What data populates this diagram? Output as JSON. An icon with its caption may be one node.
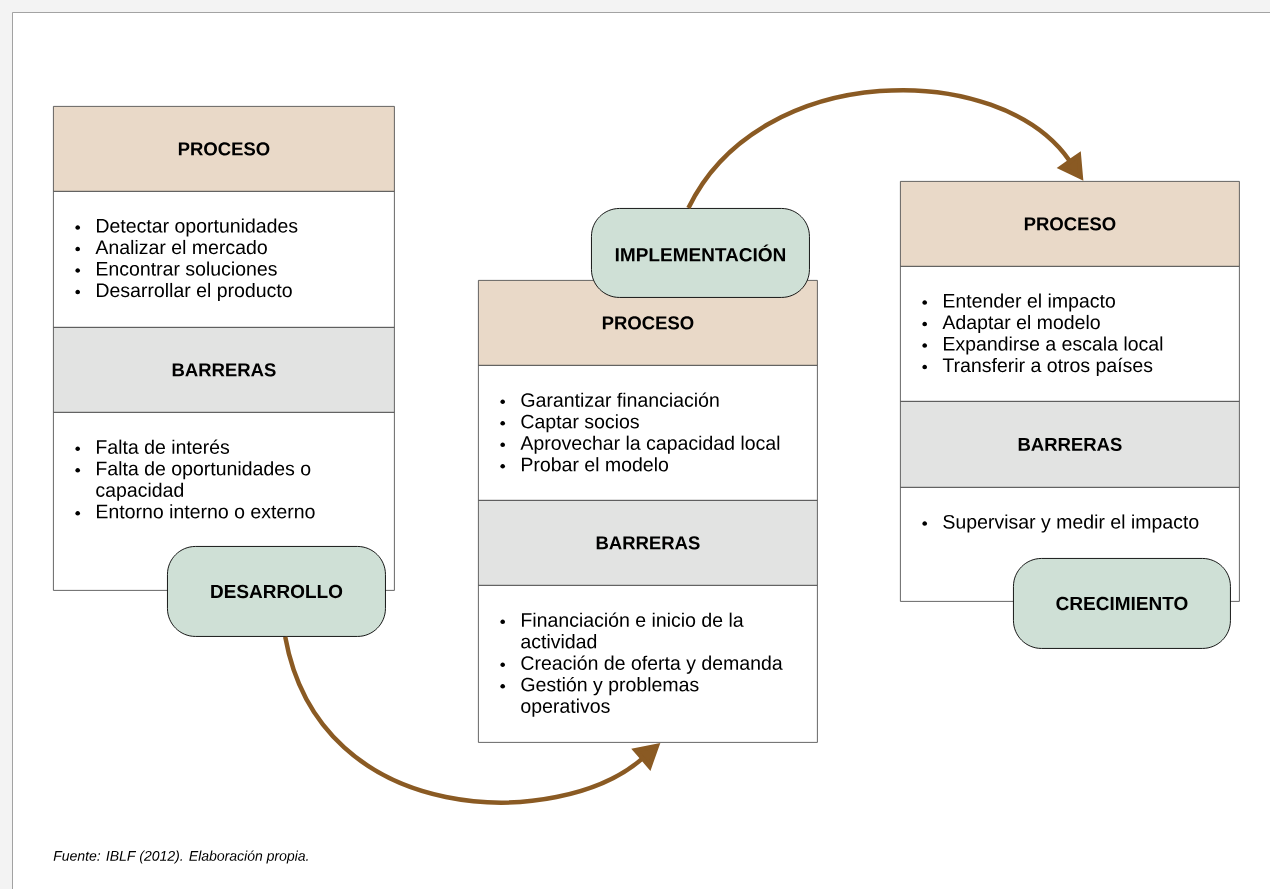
{
  "diagram": {
    "caption": "Fuente: IBLF (2012). Elaboración propia.",
    "nodes": [
      {
        "text": [
          "PROCESO"
        ]
      },
      {
        "text": [
          "Detectar oportunidades",
          "Analizar el mercado",
          "Encontrar soluciones",
          "Desarrollar el producto"
        ]
      },
      {
        "text": [
          "BARRERAS"
        ]
      },
      {
        "text": [
          "Falta de interés",
          "Falta de oportunidades o capacidad",
          "Entorno interno o externo"
        ]
      },
      {
        "text": [
          "DESARROLLO"
        ]
      },
      {
        "text": [
          "IMPLEMENTACIÓN"
        ]
      },
      {
        "text": [
          "PROCESO"
        ]
      },
      {
        "text": [
          "Garantizar financiación",
          "Captar socios",
          "Aprovechar la capacidad local",
          "Probar el modelo"
        ]
      },
      {
        "text": [
          "BARRERAS"
        ]
      },
      {
        "text": [
          "Financiación e inicio de la actividad",
          "Creación de oferta y demanda",
          "Gestión y problemas operativos"
        ]
      },
      {
        "text": [
          "PROCESO"
        ]
      },
      {
        "text": [
          "Entender el impacto",
          "Adaptar el modelo",
          "Expandirse a escala local",
          "Transferir a otros países"
        ]
      },
      {
        "text": [
          "BARRERAS"
        ]
      },
      {
        "text": [
          "Supervisar y medir el impacto"
        ]
      },
      {
        "text": [
          "CRECIMIENTO"
        ]
      }
    ],
    "edges": [
      {
        "from": 4,
        "to": 9,
        "arrow": "to"
      },
      {
        "from": 5,
        "to": 10,
        "arrow": "to"
      }
    ]
  }
}
